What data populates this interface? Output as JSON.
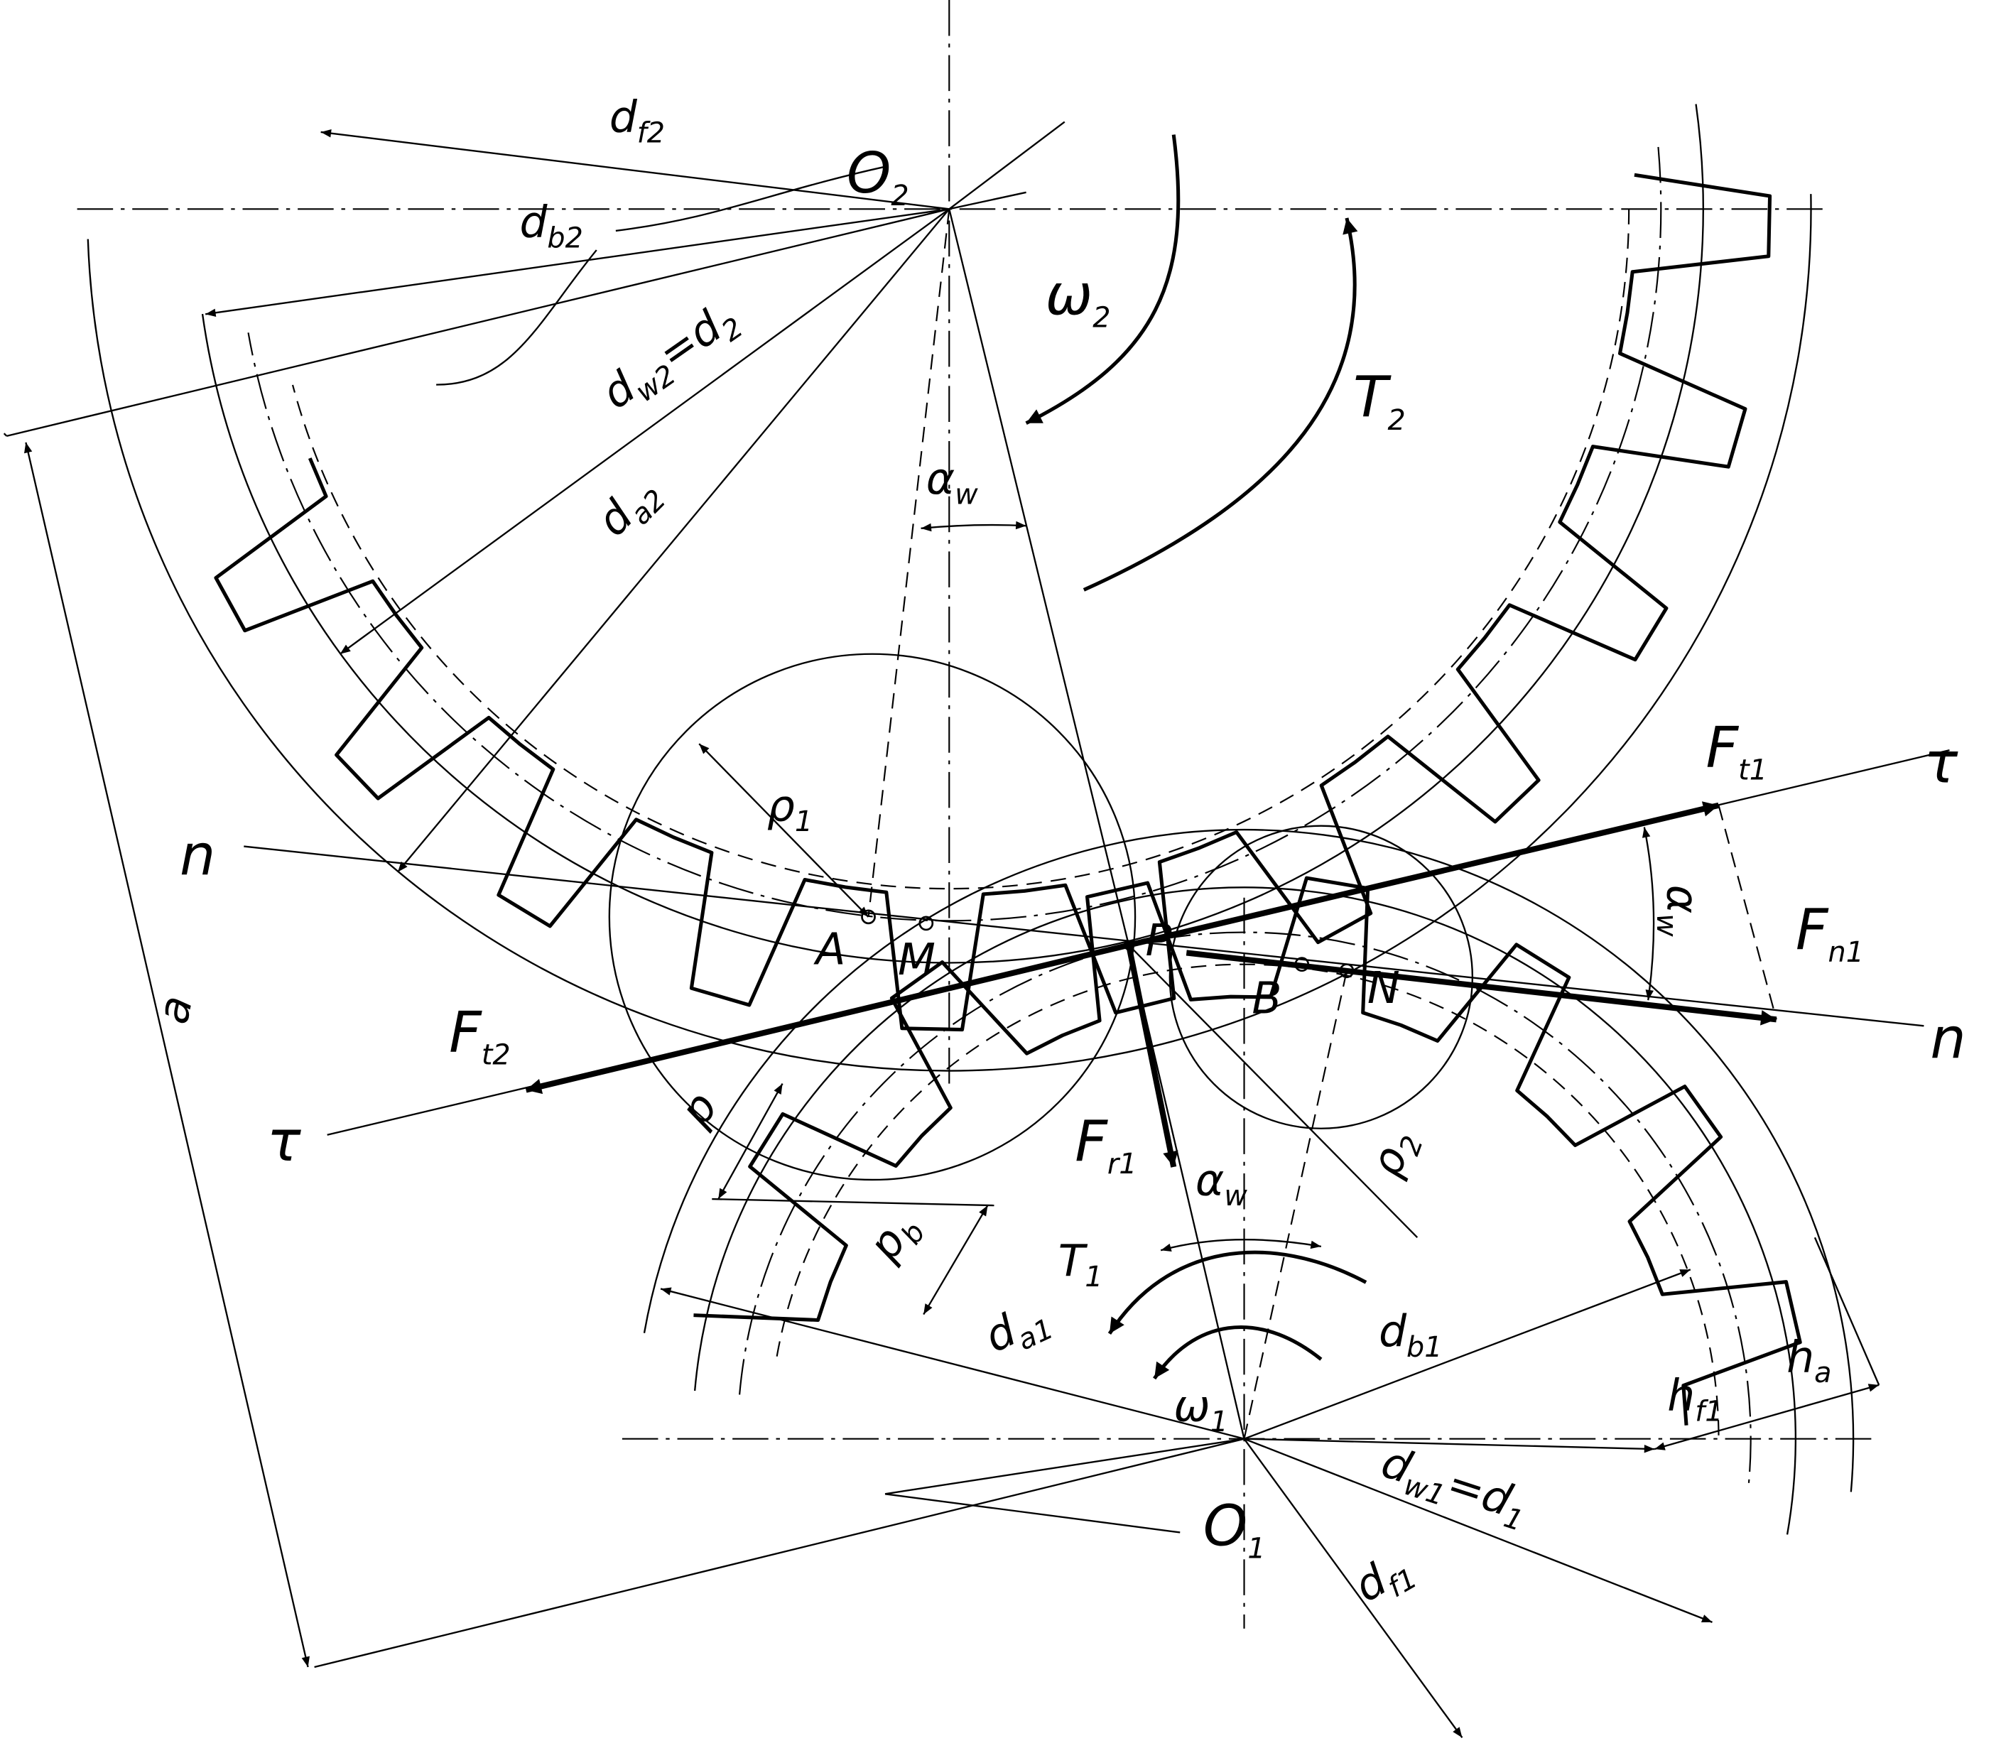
{
  "title": "Spur gear meshing geometry and forces",
  "labels": {
    "df2": {
      "main": "d",
      "sub": "f2"
    },
    "O2": {
      "main": "O",
      "sub": "2"
    },
    "db2": {
      "main": "d",
      "sub": "b2"
    },
    "dw2": {
      "main": "d",
      "sub": "w2",
      "eq": "=d",
      "sub2": "2"
    },
    "da2": {
      "main": "d",
      "sub": "a2"
    },
    "omega2": {
      "main": "ω",
      "sub": "2"
    },
    "T2": {
      "main": "T",
      "sub": "2"
    },
    "alpha_w_top": {
      "main": "α",
      "sub": "w"
    },
    "rho1": {
      "main": "ρ",
      "sub": "1"
    },
    "n_left": "n",
    "A": "A",
    "M": "M",
    "P": "P",
    "B": "B",
    "N": "N",
    "Ft1": {
      "main": "F",
      "sub": "t1"
    },
    "tau_right": "τ",
    "Fn1": {
      "main": "F",
      "sub": "n1"
    },
    "alpha_w_right": {
      "main": "α",
      "sub": "w"
    },
    "n_right": "n",
    "Ft2": {
      "main": "F",
      "sub": "t2"
    },
    "tau_left": "τ",
    "a": "a",
    "p": "p",
    "pb": {
      "main": "p",
      "sub": "b"
    },
    "Fr1": {
      "main": "F",
      "sub": "r1"
    },
    "alpha_w_bottom": {
      "main": "α",
      "sub": "w"
    },
    "rho2": {
      "main": "ρ",
      "sub": "2"
    },
    "T1": {
      "main": "T",
      "sub": "1"
    },
    "da1": {
      "main": "d",
      "sub": "a1"
    },
    "db1": {
      "main": "d",
      "sub": "b1"
    },
    "omega1": {
      "main": "ω",
      "sub": "1"
    },
    "dw1": {
      "main": "d",
      "sub": "w1",
      "eq": "=d",
      "sub2": "1"
    },
    "O1": {
      "main": "O",
      "sub": "1"
    },
    "df1": {
      "main": "d",
      "sub": "f1"
    },
    "hf1": {
      "main": "h",
      "sub": "f1"
    },
    "ha": {
      "main": "h",
      "sub": "a"
    }
  }
}
